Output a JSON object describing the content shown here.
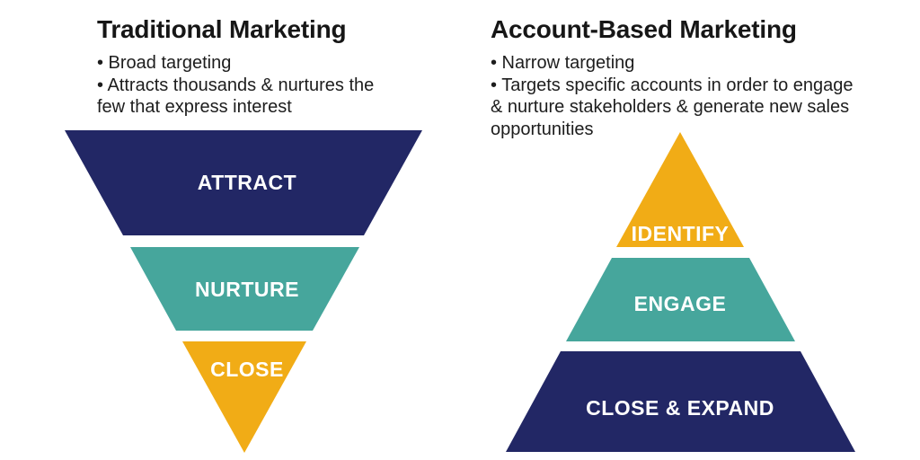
{
  "colors": {
    "navy": "#222765",
    "teal": "#46a69c",
    "amber": "#f1ac16",
    "heading_text": "#161616",
    "body_text": "#1d1d1d",
    "stage_label_text": "#ffffff",
    "background": "#ffffff"
  },
  "left_panel": {
    "title": "Traditional Marketing",
    "bullets": [
      "• Broad targeting",
      "• Attracts thousands & nurtures the few that express interest"
    ],
    "funnel": {
      "type": "inverted-funnel",
      "stages": [
        {
          "label": "ATTRACT",
          "color": "navy"
        },
        {
          "label": "NURTURE",
          "color": "teal"
        },
        {
          "label": "CLOSE",
          "color": "amber"
        }
      ]
    }
  },
  "right_panel": {
    "title": "Account-Based Marketing",
    "bullets": [
      "• Narrow targeting",
      "• Targets specific accounts in order to engage & nurture stakeholders & generate new sales opportunities"
    ],
    "pyramid": {
      "type": "pyramid",
      "stages": [
        {
          "label": "IDENTIFY",
          "color": "amber"
        },
        {
          "label": "ENGAGE",
          "color": "teal"
        },
        {
          "label": "CLOSE & EXPAND",
          "color": "navy"
        }
      ]
    }
  }
}
